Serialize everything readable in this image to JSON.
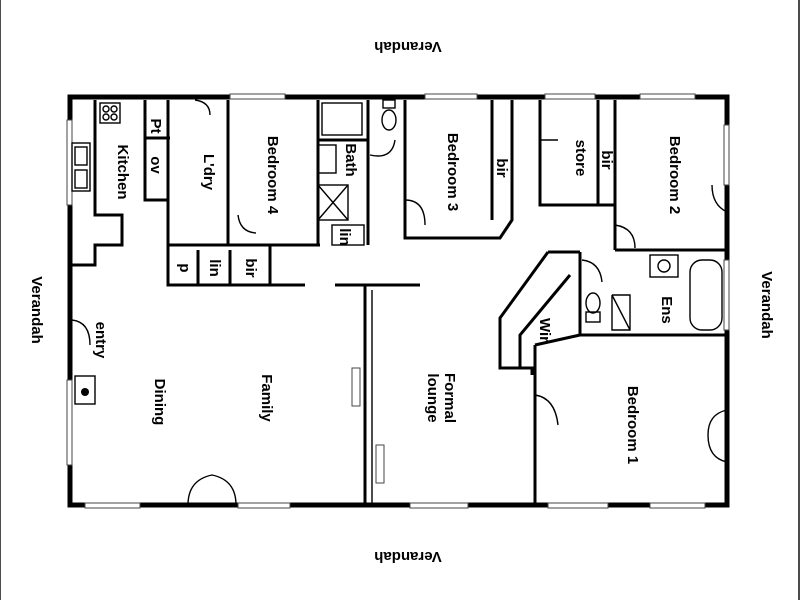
{
  "verandahs": {
    "top": "Verandah",
    "bottom": "Verandah",
    "left": "Verandah",
    "right": "Verandah"
  },
  "rooms": {
    "kitchen": "Kitchen",
    "pantry": "Pt",
    "oven": "ov",
    "laundry": "L'dry",
    "bedroom4": "Bedroom 4",
    "bath": "Bath",
    "linen_bath": "lin",
    "bedroom3": "Bedroom 3",
    "bir_bed3": "bir",
    "store": "store",
    "bir_bed2": "bir",
    "bedroom2": "Bedroom 2",
    "pantry_small": "p",
    "linen_hall": "lin",
    "bir_hall": "bir",
    "entry": "entry",
    "dining": "Dining",
    "family": "Family",
    "formal_lounge_1": "Formal",
    "formal_lounge_2": "lounge",
    "wir": "Wir",
    "ensuite": "Ens",
    "bedroom1": "Bedroom 1"
  },
  "fixtures": [
    "cooktop-icon",
    "double-sink-icon",
    "bath-tub-icon",
    "toilet-icon",
    "basin-icon",
    "shower-icon",
    "fireplace-icon"
  ]
}
